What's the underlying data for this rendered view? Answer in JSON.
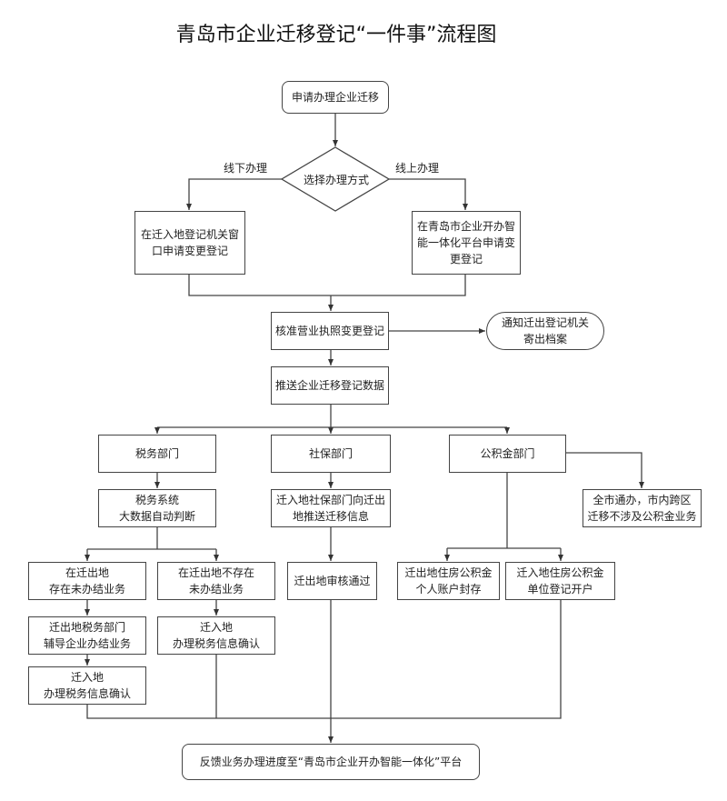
{
  "title": "青岛市企业迁移登记“一件事”流程图",
  "nodes": {
    "start": "申请办理企业迁移",
    "decision": "选择办理方式",
    "offline_label": "线下办理",
    "online_label": "线上办理",
    "offline": "在迁入地登记机关窗\n口申请变更登记",
    "online": "在青岛市企业开办智\n能一体化平台申请变\n更登记",
    "approve": "核准营业执照变更登记",
    "notify": "通知迁出登记机关\n寄出档案",
    "push": "推送企业迁移登记数据",
    "tax": "税务部门",
    "social": "社保部门",
    "fund": "公积金部门",
    "tax_system": "税务系统\n大数据自动判断",
    "social_push": "迁入地社保部门向迁出\n地推送迁移信息",
    "fund_city": "全市通办，市内跨区\n迁移不涉及公积金业务",
    "tax_pending": "在迁出地\n存在未办结业务",
    "tax_none": "在迁出地不存在\n未办结业务",
    "social_pass": "迁出地审核通过",
    "fund_out": "迁出地住房公积金\n个人账户封存",
    "fund_in": "迁入地住房公积金\n单位登记开户",
    "tax_guide": "迁出地税务部门\n辅导企业办结业务",
    "tax_confirm_b": "迁入地\n办理税务信息确认",
    "tax_confirm_a": "迁入地\n办理税务信息确认",
    "feedback": "反馈业务办理进度至“青岛市企业开办智能一体化”平台"
  }
}
